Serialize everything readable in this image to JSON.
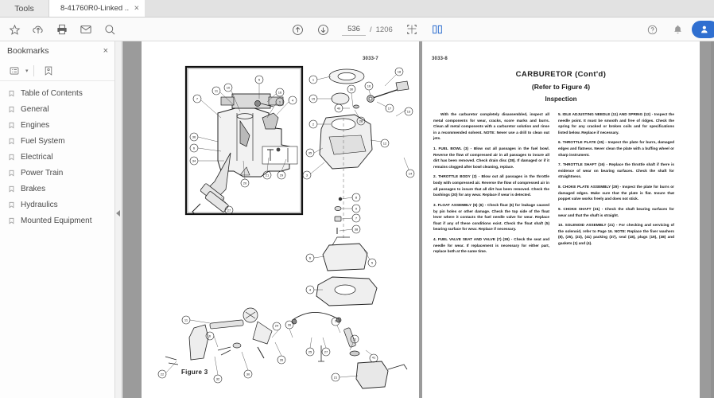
{
  "tabs": {
    "tools_label": "Tools",
    "document_label": "8-41760R0-Linked ...",
    "close_glyph": "×"
  },
  "toolbar": {
    "icons": {
      "bookmark_star": "star-icon",
      "upload": "upload-cloud-icon",
      "print": "print-icon",
      "email": "email-icon",
      "search": "search-icon",
      "page_up": "page-up-icon",
      "page_down": "page-down-icon",
      "fit_page": "fit-page-icon",
      "two_page_view": "two-page-view-icon",
      "help": "help-icon",
      "bell": "bell-icon",
      "account": "account-avatar-icon"
    },
    "page_current": "536",
    "page_separator": "/",
    "page_total": "1206",
    "accent_color": "#2f6fd0"
  },
  "bookmarks_panel": {
    "title": "Bookmarks",
    "close_glyph": "×",
    "tools": {
      "options_label": "options-list-icon",
      "new_bookmark_label": "new-bookmark-icon"
    },
    "items": [
      {
        "label": "Table of Contents"
      },
      {
        "label": "General"
      },
      {
        "label": "Engines"
      },
      {
        "label": "Fuel System"
      },
      {
        "label": "Electrical"
      },
      {
        "label": "Power Train"
      },
      {
        "label": "Brakes"
      },
      {
        "label": "Hydraulics"
      },
      {
        "label": "Mounted Equipment"
      }
    ]
  },
  "document": {
    "left_page": {
      "page_number": "3033-7",
      "figure_caption": "Figure 3"
    },
    "right_page": {
      "page_number": "3033-8",
      "title": "CARBURETOR  (Cont'd)",
      "subtitle": "(Refer to Figure 4)",
      "section": "Inspection",
      "intro": "With the carburetor completely disassembled, inspect all metal components for wear, cracks, score marks and burrs. Clean all metal components with a carburetor solution and rinse in a recommended solvent. NOTE: Never use a drill to clean out jets.",
      "left_column": [
        "1. FUEL BOWL (3) - Blow out all passages in the fuel bowl. Reverse the flow of compressed air in all passages to insure all dirt has been removed. Check drain disc (28). If damaged or if it remains clogged after bowl cleaning, replace.",
        "2. THROTTLE BODY (2) - Blow out all passages in the throttle body with compressed air. Reverse the flow of compressed air in all passages to insure that all dirt has been removed. Check the bushings (20) for any wear. Replace if wear is detected.",
        "3. FLOAT ASSEMBLY (5) (6) - Check float (6) for leakage caused by pin holes or other damage. Check the top side of the float lever where it contacts the fuel needle valve for wear. Replace float if any of these conditions exist. Check the float shaft (5) bearing surface for wear. Replace if necessary.",
        "4. FUEL VALVE SEAT AND VALVE (7) (39) - Check the seat and needle for wear. If replacement is necessary for either part, replace both at the same time."
      ],
      "right_column": [
        "5. IDLE ADJUSTING NEEDLE (11) AND SPRING (12) - Inspect the needle point. It must be smooth and free of ridges. Check the spring for any cracked or broken coils and for specifications listed below. Replace if necessary.",
        "6. THROTTLE PLATE (15) - Inspect the plate for burrs, damaged edges and flatness. Never clean the plate with a buffing wheel or sharp instrument.",
        "7. THROTTLE SHAFT (16) - Replace the throttle shaft if there is evidence of wear on bearing surfaces. Check the shaft for straightness.",
        "8. CHOKE PLATE ASSEMBLY (29) - Inspect the plate for burrs or damaged edges. Make sure that the plate is flat. Insure that poppet valve works freely and does not stick.",
        "9. CHOKE SHAFT (31) - Check the shaft bearing surfaces for wear and that the shaft is straight.",
        "10. SOLENOID ASSEMBLY (21) - For checking and servicing of the solenoid, refer to Page 16. NOTE: Replace the fiver washers (8), (25), (23), (41) packing (37), seal (18), plugs (19), (38) and gaskets (1) and (4)."
      ]
    }
  }
}
